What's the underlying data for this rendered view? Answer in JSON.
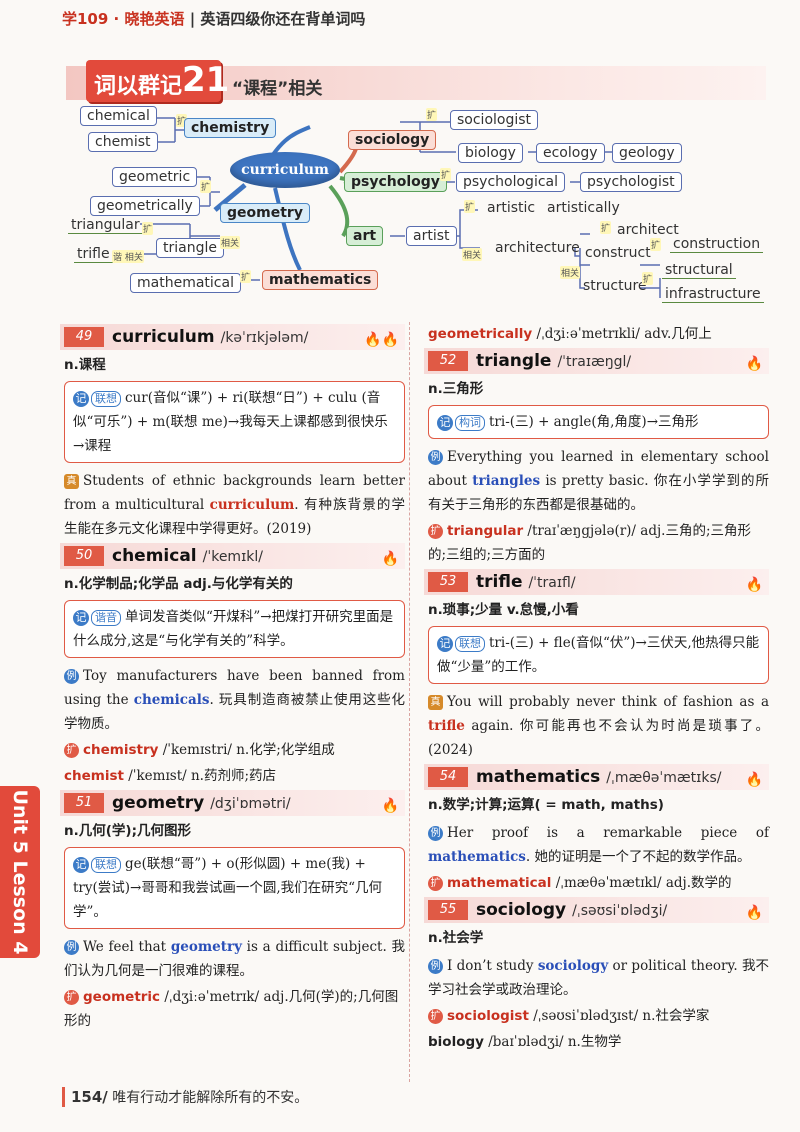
{
  "header": {
    "series": "学109 · 晓艳英语",
    "title": "英语四级你还在背单词吗"
  },
  "topic": {
    "badge_text": "词以群记",
    "badge_num": "21",
    "subtitle": "“课程”相关"
  },
  "mindmap": {
    "center": "curriculum",
    "chemistry": "chemistry",
    "chemical": "chemical",
    "chemist": "chemist",
    "geometry": "geometry",
    "geometric": "geometric",
    "geometrically": "geometrically",
    "triangular": "triangular",
    "trifle": "trifle",
    "triangle": "triangle",
    "mathematics": "mathematics",
    "mathematical": "mathematical",
    "sociology": "sociology",
    "sociologist": "sociologist",
    "biology": "biology",
    "ecology": "ecology",
    "geology": "geology",
    "psychology": "psychology",
    "psychological": "psychological",
    "psychologist": "psychologist",
    "art": "art",
    "artist": "artist",
    "artistic": "artistic",
    "artistically": "artistically",
    "architect": "architect",
    "architecture": "architecture",
    "construct": "construct",
    "construction": "construction",
    "structural": "structural",
    "structure": "structure",
    "infrastructure": "infrastructure",
    "link_related": "相关",
    "link_trifle": "谐 相关"
  },
  "left": {
    "e49": {
      "num": "49",
      "word": "curriculum",
      "phon": "/kəˈrɪkjələm/",
      "pos": "n.课程",
      "tip_tag": "联想",
      "tip": "cur(音似“课”) + ri(联想“日”) + culu (音似“可乐”) + m(联想 me)→我每天上课都感到很快乐→课程",
      "ex_a": "Students of ethnic backgrounds learn better from a multicultural ",
      "ex_hl": "curriculum",
      "ex_b": ". 有种族背景的学生能在多元文化课程中学得更好。(2019)"
    },
    "e50": {
      "num": "50",
      "word": "chemical",
      "phon": "/ˈkemɪkl/",
      "pos": "n.化学制品;化学品   adj.与化学有关的",
      "tip_tag": "谐音",
      "tip": "单词发音类似“开煤科”→把煤打开研究里面是什么成分,这是“与化学有关的”科学。",
      "ex_a": "Toy manufacturers have been banned from using the ",
      "ex_hl": "chemicals",
      "ex_b": ". 玩具制造商被禁止使用这些化学物质。",
      "d1w": "chemistry",
      "d1": " /ˈkemɪstri/  n.化学;化学组成",
      "d2w": "chemist",
      "d2": " /ˈkemɪst/  n.药剂师;药店"
    },
    "e51": {
      "num": "51",
      "word": "geometry",
      "phon": "/dʒiˈɒmətri/",
      "pos": "n.几何(学);几何图形",
      "tip_tag": "联想",
      "tip": "ge(联想“哥”) + o(形似圆) + me(我) + try(尝试)→哥哥和我尝试画一个圆,我们在研究“几何学”。",
      "ex_a": "We feel that ",
      "ex_hl": "geometry",
      "ex_b": " is a difficult subject. 我们认为几何是一门很难的课程。",
      "d1w": "geometric",
      "d1": " /ˌdʒiːəˈmetrɪk/  adj.几何(学)的;几何图形的"
    }
  },
  "right": {
    "top_dw": "geometrically",
    "top_d": " /ˌdʒiːəˈmetrɪkli/  adv.几何上",
    "e52": {
      "num": "52",
      "word": "triangle",
      "phon": "/ˈtraɪæŋgl/",
      "pos": "n.三角形",
      "tip_tag": "构词",
      "tip": "tri-(三) + angle(角,角度)→三角形",
      "ex_a": "Everything you learned in elementary school about ",
      "ex_hl": "triangles",
      "ex_b": " is pretty basic. 你在小学学到的所有关于三角形的东西都是很基础的。",
      "d1w": "triangular",
      "d1": " /traɪˈæŋgjələ(r)/  adj.三角的;三角形的;三组的;三方面的"
    },
    "e53": {
      "num": "53",
      "word": "trifle",
      "phon": "/ˈtraɪfl/",
      "pos": "n.琐事;少量   v.怠慢,小看",
      "tip_tag": "联想",
      "tip": "tri-(三) + fle(音似“伏”)→三伏天,他热得只能做“少量”的工作。",
      "ex_a": "You will probably never think of fashion as a ",
      "ex_hl": "trifle",
      "ex_b": " again. 你可能再也不会认为时尚是琐事了。(2024)"
    },
    "e54": {
      "num": "54",
      "word": "mathematics",
      "phon": "/ˌmæθəˈmætɪks/",
      "pos": "n.数学;计算;运算( = math, maths)",
      "ex_a": "Her proof is a remarkable piece of ",
      "ex_hl": "mathematics",
      "ex_b": ". 她的证明是一个了不起的数学作品。",
      "d1w": "mathematical",
      "d1": " /ˌmæθəˈmætɪkl/  adj.数学的"
    },
    "e55": {
      "num": "55",
      "word": "sociology",
      "phon": "/ˌsəʊsiˈɒlədʒi/",
      "pos": "n.社会学",
      "ex_a": "I don’t study ",
      "ex_hl": "sociology",
      "ex_b": " or political theory. 我不学习社会学或政治理论。",
      "d1w": "sociologist",
      "d1": " /ˌsəʊsiˈɒlədʒɪst/  n.社会学家",
      "d2w": "biology",
      "d2": " /baɪˈɒlədʒi/  n.生物学"
    }
  },
  "side_tab": "Unit 5  Lesson 4",
  "footer": {
    "page": "154/",
    "text": " 唯有行动才能解除所有的不安。"
  },
  "icons": {
    "tip": "lightbulb-icon",
    "example": "example-icon",
    "real_exam": "exam-icon",
    "expand": "expand-icon",
    "flame": "flame-icon"
  }
}
